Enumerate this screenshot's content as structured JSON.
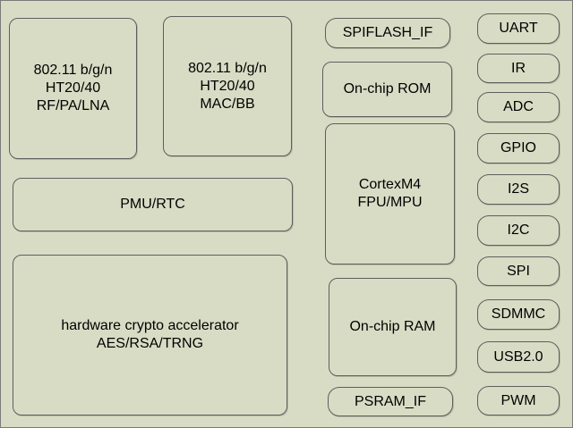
{
  "blocks": {
    "rf": {
      "lines": [
        "802.11 b/g/n",
        "HT20/40",
        "RF/PA/LNA"
      ]
    },
    "mac": {
      "lines": [
        "802.11 b/g/n",
        "HT20/40",
        "MAC/BB"
      ]
    },
    "pmu": {
      "lines": [
        "PMU/RTC"
      ]
    },
    "crypto": {
      "lines": [
        "hardware crypto accelerator",
        "AES/RSA/TRNG"
      ]
    },
    "spiflash": {
      "lines": [
        "SPIFLASH_IF"
      ]
    },
    "rom": {
      "lines": [
        "On-chip ROM"
      ]
    },
    "cpu": {
      "lines": [
        "CortexM4",
        "FPU/MPU"
      ]
    },
    "ram": {
      "lines": [
        "On-chip RAM"
      ]
    },
    "psram": {
      "lines": [
        "PSRAM_IF"
      ]
    }
  },
  "peripherals": [
    "UART",
    "IR",
    "ADC",
    "GPIO",
    "I2S",
    "I2C",
    "SPI",
    "SDMMC",
    "USB2.0",
    "PWM"
  ]
}
